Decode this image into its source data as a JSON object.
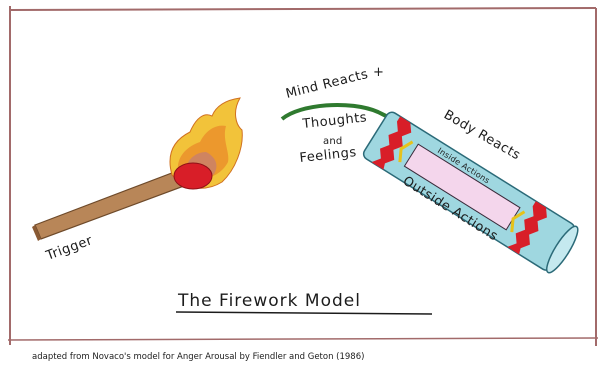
{
  "title": "The Firework Model",
  "labels": {
    "trigger": "Trigger",
    "mind_reacts": "Mind Reacts",
    "thoughts_line1": "Thoughts",
    "thoughts_line2": "and",
    "thoughts_line3": "Feelings",
    "body_reacts": "Body Reacts",
    "inside_actions": "Inside Actions",
    "outside_actions": "Outside Actions"
  },
  "footer": "adapted from Novaco's model for Anger Arousal by Fiendler and Geton (1986)",
  "colors": {
    "paper": "#ffffff",
    "border": "#a26a6a",
    "match_stick": "#b88658",
    "match_head": "#d81e28",
    "fuse": "#2f7a2f",
    "firework_body": "#9fd7e0",
    "firework_bands": "#d81e28",
    "ink": "#1c1c1c"
  }
}
